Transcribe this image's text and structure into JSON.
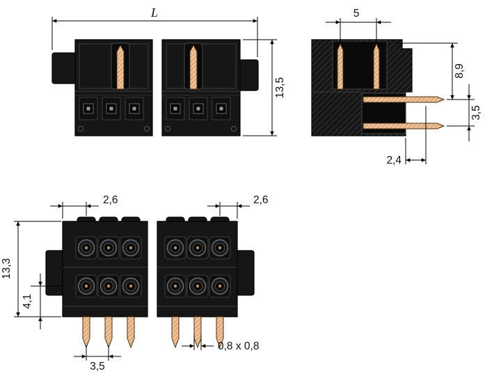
{
  "drawing": {
    "front": {
      "length": "L",
      "height": "13,5"
    },
    "side": {
      "tip_spacing": "5",
      "pin_length": "8,9",
      "row_pitch": "3,5",
      "edge_offset": "2,4"
    },
    "bottom": {
      "pitch_left": "2,6",
      "pitch_right": "2,6",
      "height": "13,3",
      "row_offset": "4,1",
      "pin_pitch": "3,5",
      "pin_cross_section": "0,8 x 0,8"
    }
  },
  "colors": {
    "background": "#ffffff",
    "body": "#161616",
    "pin": "#eec096",
    "pin_hatch": "#a8713d",
    "line": "#000000"
  }
}
